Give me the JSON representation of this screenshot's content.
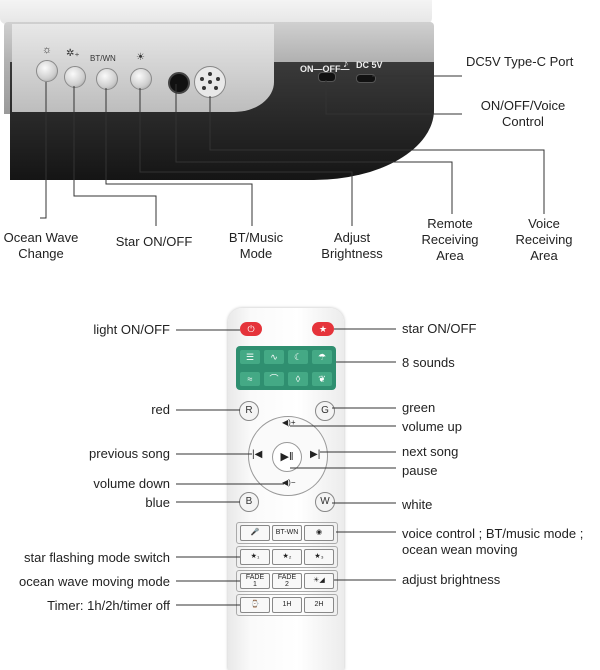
{
  "device": {
    "button_captions": [
      "BT/WN"
    ],
    "switch_label": "ON—OFF—",
    "port_label": "DC 5V"
  },
  "callouts_top": {
    "ocean_wave": "Ocean Wave\nChange",
    "star_onoff": "Star ON/OFF",
    "bt_music": "BT/Music\nMode",
    "adjust_brightness": "Adjust\nBrightness",
    "remote_receiving": "Remote\nReceiving\nArea",
    "voice_receiving": "Voice\nReceiving\nArea",
    "dc5v": "DC5V Type-C Port",
    "onoff_voice": "ON/OFF/Voice\nControl"
  },
  "remote": {
    "color_keys": {
      "red": "R",
      "green": "G",
      "blue": "B",
      "white": "W"
    },
    "mode_keys": [
      "BT-WN"
    ],
    "fade_keys": [
      "FADE\n1",
      "FADE\n2"
    ],
    "timer_keys": [
      "1H",
      "2H"
    ]
  },
  "callouts_remote_left": {
    "light_onoff": "light ON/OFF",
    "red": "red",
    "previous_song": "previous song",
    "volume_down": "volume down",
    "blue": "blue",
    "star_flashing": "star flashing mode switch",
    "ocean_wave_moving": "ocean wave moving mode",
    "timer": "Timer: 1h/2h/timer off"
  },
  "callouts_remote_right": {
    "star_onoff": "star ON/OFF",
    "eight_sounds": "8 sounds",
    "green": "green",
    "volume_up": "volume up",
    "next_song": "next song",
    "pause": "pause",
    "white": "white",
    "voice_control": "voice control ; BT/music mode ;\nocean wean moving",
    "adjust_brightness": "adjust brightness"
  },
  "colors": {
    "line": "#333333",
    "power_red": "#e5333a",
    "sound_green": "#2f8f70"
  }
}
